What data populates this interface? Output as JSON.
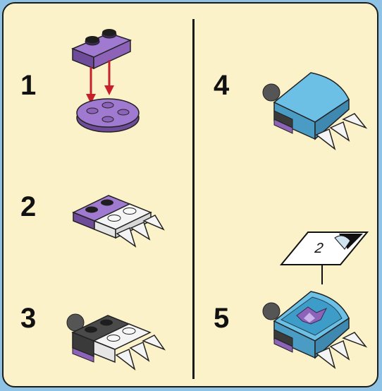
{
  "steps": [
    {
      "number": "1",
      "icon": "purple-brick-onto-round-plate"
    },
    {
      "number": "2",
      "icon": "purple-white-plate-with-claws"
    },
    {
      "number": "3",
      "icon": "black-white-assembly-with-claws"
    },
    {
      "number": "4",
      "icon": "blue-curved-slope-assembly"
    },
    {
      "number": "5",
      "icon": "decorated-slope-with-sticker-2"
    }
  ],
  "sticker": {
    "label": "2"
  },
  "colors": {
    "background": "#8ec3e6",
    "panel": "#fcf2c9",
    "purple": "#8c63b8",
    "blue": "#5fb3dc",
    "dark_gray": "#3a3a3a"
  }
}
